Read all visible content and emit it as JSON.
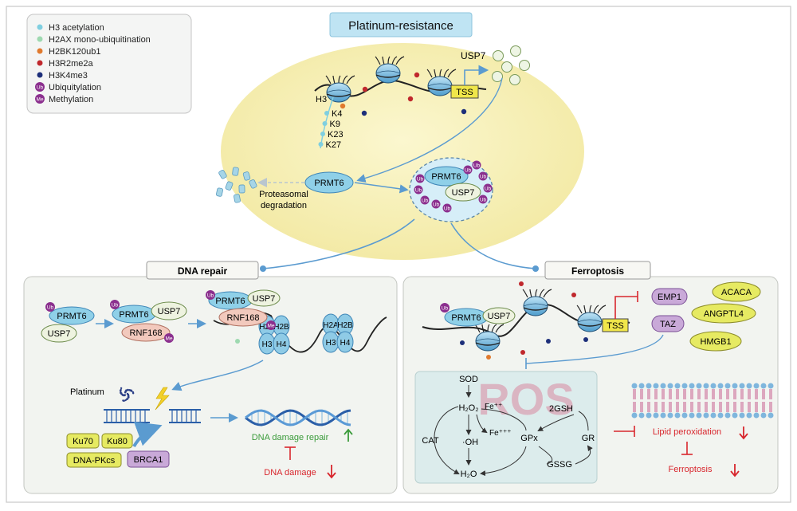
{
  "title": "Platinum-resistance",
  "legend": {
    "items": [
      {
        "label": "H3 acetylation",
        "color": "#7fcfe0",
        "kind": "dot"
      },
      {
        "label": "H2AX mono-ubiquitination",
        "color": "#9ed9b0",
        "kind": "dot"
      },
      {
        "label": "H2BK120ub1",
        "color": "#e07a2e",
        "kind": "dot"
      },
      {
        "label": "H3R2me2a",
        "color": "#c0282d",
        "kind": "dot"
      },
      {
        "label": "H3K4me3",
        "color": "#1d2f7a",
        "kind": "dot"
      },
      {
        "label": "Ubiquitylation",
        "color": "#8b2f8e",
        "kind": "badge",
        "badge": "Ub"
      },
      {
        "label": "Methylation",
        "color": "#8b2f8e",
        "kind": "badge",
        "badge": "Me"
      }
    ]
  },
  "top": {
    "usp7": "USP7",
    "tss": "TSS",
    "h3": "H3",
    "lysines": [
      "K4",
      "K9",
      "K23",
      "K27"
    ],
    "prmt6": "PRMT6",
    "proteasome_line1": "Proteasomal",
    "proteasome_line2": "degradation",
    "complex_prmt6": "PRMT6",
    "complex_usp7": "USP7",
    "ub": "Ub",
    "me": "Me"
  },
  "dna_repair": {
    "title": "DNA repair",
    "prmt6": "PRMT6",
    "usp7": "USP7",
    "rnf168": "RNF168",
    "histones_left": [
      "H2A",
      "H2B",
      "H3",
      "H4"
    ],
    "histones_right": [
      "H2A",
      "H2B",
      "H3",
      "H4"
    ],
    "platinum": "Platinum",
    "ku70": "Ku70",
    "ku80": "Ku80",
    "dnapkcs": "DNA-PKcs",
    "brca1": "BRCA1",
    "damage_repair": "DNA damage repair",
    "damage": "DNA damage"
  },
  "ferroptosis": {
    "title": "Ferroptosis",
    "prmt6": "PRMT6",
    "usp7": "USP7",
    "tss": "TSS",
    "emp1": "EMP1",
    "taz": "TAZ",
    "acaca": "ACACA",
    "angptl4": "ANGPTL4",
    "hmgb1": "HMGB1",
    "ros": "ROS",
    "sod": "SOD",
    "h2o2": "H₂O₂",
    "fe2": "Fe⁺⁺",
    "fe3": "Fe⁺⁺⁺",
    "cat": "CAT",
    "oh": "·OH",
    "h2o": "H₂O",
    "gpx": "GPx",
    "gsh": "2GSH",
    "gssg": "GSSG",
    "gr": "GR",
    "lipid": "Lipid peroxidation",
    "ferro": "Ferroptosis"
  }
}
